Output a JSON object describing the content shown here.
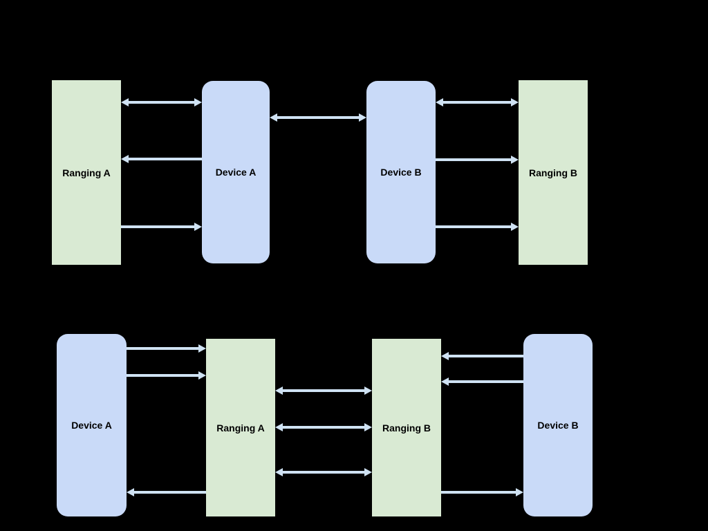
{
  "page": {
    "background": "#000000"
  },
  "colors": {
    "device_box_fill": "#c9daf8",
    "ranging_box_fill": "#d9ead3",
    "arrow": "#cfe2f3",
    "label_text": "#000000"
  },
  "top_diagram": {
    "boxes": {
      "ranging_a": {
        "label": "Ranging A",
        "type": "ranging"
      },
      "device_a": {
        "label": "Device A",
        "type": "device"
      },
      "device_b": {
        "label": "Device B",
        "type": "device"
      },
      "ranging_b": {
        "label": "Ranging B",
        "type": "ranging"
      }
    },
    "connections": [
      {
        "from": "Ranging A",
        "to": "Device A",
        "direction": "bidirectional",
        "position": "top"
      },
      {
        "from": "Device A",
        "to": "Ranging A",
        "direction": "unidirectional",
        "position": "middle"
      },
      {
        "from": "Ranging A",
        "to": "Device A",
        "direction": "unidirectional",
        "position": "bottom"
      },
      {
        "from": "Device A",
        "to": "Device B",
        "direction": "bidirectional",
        "position": "middle"
      },
      {
        "from": "Device B",
        "to": "Ranging B",
        "direction": "bidirectional",
        "position": "top"
      },
      {
        "from": "Device B",
        "to": "Ranging B",
        "direction": "unidirectional",
        "position": "middle"
      },
      {
        "from": "Device B",
        "to": "Ranging B",
        "direction": "unidirectional",
        "position": "bottom"
      }
    ]
  },
  "bottom_diagram": {
    "boxes": {
      "device_a": {
        "label": "Device A",
        "type": "device"
      },
      "ranging_a": {
        "label": "Ranging A",
        "type": "ranging"
      },
      "ranging_b": {
        "label": "Ranging B",
        "type": "ranging"
      },
      "device_b": {
        "label": "Device B",
        "type": "device"
      }
    },
    "connections": [
      {
        "from": "Device A",
        "to": "Ranging A",
        "direction": "unidirectional",
        "position": "top-1"
      },
      {
        "from": "Device A",
        "to": "Ranging A",
        "direction": "unidirectional",
        "position": "top-2"
      },
      {
        "from": "Ranging A",
        "to": "Device A",
        "direction": "unidirectional",
        "position": "bottom"
      },
      {
        "from": "Ranging A",
        "to": "Ranging B",
        "direction": "bidirectional",
        "position": "upper"
      },
      {
        "from": "Ranging A",
        "to": "Ranging B",
        "direction": "bidirectional",
        "position": "middle"
      },
      {
        "from": "Ranging A",
        "to": "Ranging B",
        "direction": "bidirectional",
        "position": "lower"
      },
      {
        "from": "Device B",
        "to": "Ranging B",
        "direction": "unidirectional",
        "position": "top-1"
      },
      {
        "from": "Device B",
        "to": "Ranging B",
        "direction": "unidirectional",
        "position": "top-2"
      },
      {
        "from": "Ranging B",
        "to": "Device B",
        "direction": "unidirectional",
        "position": "bottom"
      }
    ]
  }
}
